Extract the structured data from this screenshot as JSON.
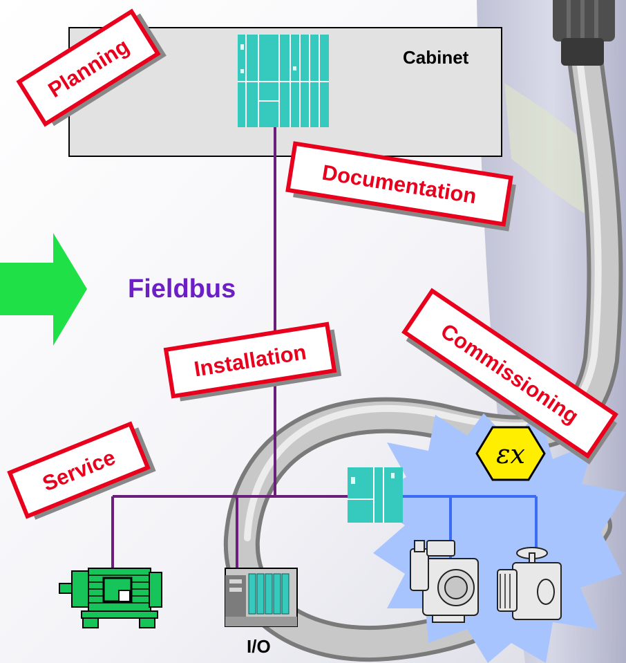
{
  "cabinet": {
    "title": "Cabinet"
  },
  "bus": {
    "name": "Fieldbus"
  },
  "io": {
    "label": "I/O"
  },
  "labels": {
    "planning": "Planning",
    "documentation": "Documentation",
    "installation": "Installation",
    "service": "Service",
    "commissioning": "Commissioning"
  },
  "ex_symbol": "εx",
  "colors": {
    "label_border": "#e8001c",
    "bus_line": "#6b1f7a",
    "field_line": "#3c6cf5",
    "arrow": "#20e048",
    "cabinet_bg": "#e2e2e2",
    "device_teal": "#36c9be",
    "hazard_zone": "#a8c4ff",
    "ex_badge": "#ffee00",
    "fieldbus_text": "#6b1fc4"
  },
  "icons": [
    "right-arrow-icon",
    "controller-icon",
    "motor-icon",
    "io-module-icon",
    "coupler-icon",
    "ex-hazard-icon",
    "pressure-transmitter-icon",
    "valve-actuator-icon",
    "cable-loop"
  ]
}
